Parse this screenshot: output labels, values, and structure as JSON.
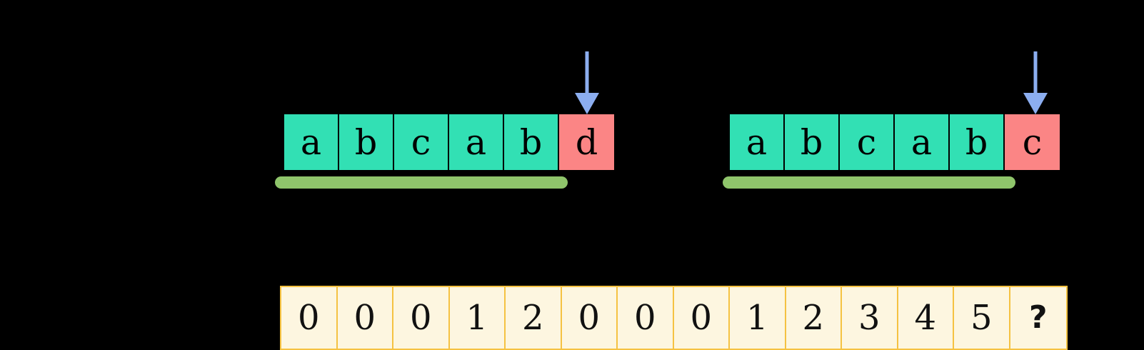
{
  "diagram": {
    "background_color": "#000000",
    "title": "",
    "colors": {
      "match_cell": "#32E0B4",
      "mismatch_cell": "#FB8585",
      "highlight_bar": "#94CB6E",
      "arrow": "#8CAEF0",
      "table_fill": "#FDF6E0",
      "table_border": "#F5C242",
      "text": "#000000"
    }
  },
  "strips": [
    {
      "id": "strip-left",
      "cells": [
        {
          "char": "a",
          "state": "match"
        },
        {
          "char": "b",
          "state": "match"
        },
        {
          "char": "c",
          "state": "match"
        },
        {
          "char": "a",
          "state": "match"
        },
        {
          "char": "b",
          "state": "match"
        },
        {
          "char": "d",
          "state": "mismatch"
        }
      ],
      "pointer_icon": "down-arrow-icon",
      "pointer_target_index": 5,
      "underline_span": [
        0,
        4
      ]
    },
    {
      "id": "strip-right",
      "cells": [
        {
          "char": "a",
          "state": "match"
        },
        {
          "char": "b",
          "state": "match"
        },
        {
          "char": "c",
          "state": "match"
        },
        {
          "char": "a",
          "state": "match"
        },
        {
          "char": "b",
          "state": "match"
        },
        {
          "char": "c",
          "state": "mismatch"
        }
      ],
      "pointer_icon": "down-arrow-icon",
      "pointer_target_index": 5,
      "underline_span": [
        0,
        4
      ]
    }
  ],
  "value_table": {
    "id": "prefix-function-row",
    "values": [
      "0",
      "0",
      "0",
      "1",
      "2",
      "0",
      "0",
      "0",
      "1",
      "2",
      "3",
      "4",
      "5",
      "?"
    ],
    "unknown_marker": "?",
    "unknown_index": 13
  }
}
